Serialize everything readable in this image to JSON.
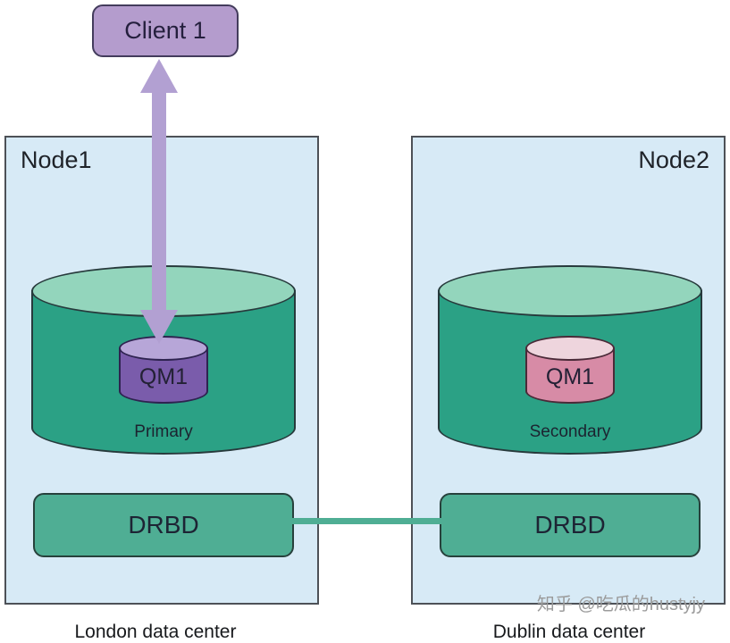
{
  "diagram": {
    "client": {
      "label": "Client 1"
    },
    "nodes": [
      {
        "title": "Node1",
        "qm_label": "QM1",
        "role": "Primary",
        "drbd_label": "DRBD",
        "caption": "London data center"
      },
      {
        "title": "Node2",
        "qm_label": "QM1",
        "role": "Secondary",
        "drbd_label": "DRBD",
        "caption": "Dublin data center"
      }
    ],
    "watermark": "知乎 @吃瓜的hustyjy",
    "colors": {
      "node_fill": "#d7eaf6",
      "disk_body": "#2ba185",
      "disk_top": "#93d5bc",
      "qm_primary_body": "#7a5cab",
      "qm_primary_top": "#b7a6d8",
      "qm_secondary_body": "#d78ba6",
      "qm_secondary_top": "#eed5dd",
      "drbd_fill": "#4fae94",
      "client_fill": "#b49ccd",
      "arrow": "#b2a0d2"
    }
  }
}
